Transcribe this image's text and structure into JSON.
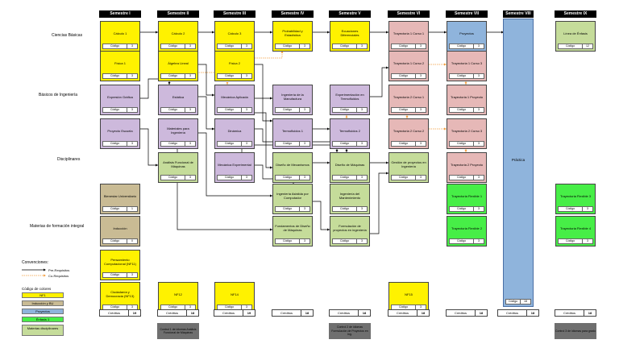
{
  "colors": {
    "ciencias": "#fff200",
    "basicos": "#cdb9dc",
    "disciplinares": "#c5dc9a",
    "formacion": "#c9bb94",
    "trayectoria": "#e6b8b7",
    "proyectos": "#8fb4dc",
    "enfasis": "#47ee47",
    "control": "#6f6f6f"
  },
  "semesters": [
    "Semestre I",
    "Semestre II",
    "Semestre III",
    "Semestre IV",
    "Semestre V",
    "Semestre VI",
    "Semestre VII",
    "Semestre VIII",
    "Semestre IX"
  ],
  "rows": [
    "Ciencias Básicas",
    "Básicos de Ingeniería",
    "Disciplinares",
    "Materias de formación integral"
  ],
  "code_label": "Código",
  "courses": [
    {
      "name": "Cálculo 1",
      "cr": "3",
      "cat": "ciencias"
    },
    {
      "name": "Cálculo 2",
      "cr": "3",
      "cat": "ciencias"
    },
    {
      "name": "Cálculo 3",
      "cr": "3",
      "cat": "ciencias"
    },
    {
      "name": "Probabilidad y Estadística",
      "cr": "3",
      "cat": "ciencias"
    },
    {
      "name": "Ecuaciones Diferenciales",
      "cr": "3",
      "cat": "ciencias"
    },
    {
      "name": "Trayectoria 1 Curso 1",
      "cr": "3",
      "cat": "trayectoria"
    },
    {
      "name": "Proyectos",
      "cr": "3",
      "cat": "proyectos"
    },
    {
      "name": "Línea de Énfasis",
      "cr": "12",
      "cat": "disciplinares"
    },
    {
      "name": "Física 1",
      "cr": "3",
      "cat": "ciencias"
    },
    {
      "name": "Álgebra Lineal",
      "cr": "3",
      "cat": "ciencias"
    },
    {
      "name": "Física 2",
      "cr": "3",
      "cat": "ciencias"
    },
    {
      "name": "Trayectoria 1 Curso 2",
      "cr": "3",
      "cat": "trayectoria"
    },
    {
      "name": "Trayectoria 1 Curso 3",
      "cr": "3",
      "cat": "trayectoria"
    },
    {
      "name": "Expresión Gráfica",
      "cr": "3",
      "cat": "basicos"
    },
    {
      "name": "Estática",
      "cr": "3",
      "cat": "basicos"
    },
    {
      "name": "Mecánica Aplicada",
      "cr": "3",
      "cat": "basicos"
    },
    {
      "name": "Ingeniería de la Manufactura",
      "cr": "3",
      "cat": "basicos"
    },
    {
      "name": "Experimentación en Termofluidos",
      "cr": "3",
      "cat": "basicos"
    },
    {
      "name": "Trayectoria 2 Curso 1",
      "cr": "3",
      "cat": "trayectoria"
    },
    {
      "name": "Trayectoria 1 Proyecto",
      "cr": "3",
      "cat": "trayectoria"
    },
    {
      "name": "Proyecto Escuela",
      "cr": "3",
      "cat": "basicos"
    },
    {
      "name": "Materiales para Ingeniería",
      "cr": "3",
      "cat": "basicos"
    },
    {
      "name": "Dinámica",
      "cr": "3",
      "cat": "basicos"
    },
    {
      "name": "Termofluidos 1",
      "cr": "3",
      "cat": "basicos"
    },
    {
      "name": "Termofluidos 2",
      "cr": "3",
      "cat": "basicos"
    },
    {
      "name": "Trayectoria 2 Curso 2",
      "cr": "3",
      "cat": "trayectoria"
    },
    {
      "name": "Trayectoria 2 Curso 3",
      "cr": "3",
      "cat": "trayectoria"
    },
    {
      "name": "Análisis Funcional de Máquinas",
      "cr": "3",
      "cat": "disciplinares"
    },
    {
      "name": "Mecánica Experimental",
      "cr": "3",
      "cat": "basicos"
    },
    {
      "name": "Diseño de Mecanismos",
      "cr": "3",
      "cat": "disciplinares"
    },
    {
      "name": "Diseño de Máquinas",
      "cr": "3",
      "cat": "disciplinares"
    },
    {
      "name": "Gestión de proyectos en Ingeniería",
      "cr": "3",
      "cat": "disciplinares"
    },
    {
      "name": "Trayectoria 2 Proyecto",
      "cr": "3",
      "cat": "trayectoria"
    },
    {
      "name": "Bienestar Universitario",
      "cr": "1",
      "cat": "formacion"
    },
    {
      "name": "Ingeniería Asistida por Computador",
      "cr": "3",
      "cat": "disciplinares"
    },
    {
      "name": "Ingeniería del Mantenimiento",
      "cr": "3",
      "cat": "disciplinares"
    },
    {
      "name": "Trayectoria Flexible 1",
      "cr": "3",
      "cat": "enfasis"
    },
    {
      "name": "Trayectoria Flexible 3",
      "cr": "3",
      "cat": "enfasis"
    },
    {
      "name": "Inducción",
      "cr": "0",
      "cat": "formacion"
    },
    {
      "name": "Fundamentos de Diseño de Máquinas",
      "cr": "3",
      "cat": "disciplinares"
    },
    {
      "name": "Formulación de proyectos en ingeniería",
      "cr": "3",
      "cat": "disciplinares"
    },
    {
      "name": "Trayectoria Flexible 2",
      "cr": "3",
      "cat": "enfasis"
    },
    {
      "name": "Trayectoria Flexible 4",
      "cr": "3",
      "cat": "enfasis"
    },
    {
      "name": "Pensamiento Computacional (NF11)",
      "cr": "3",
      "cat": "ciencias"
    },
    {
      "name": "Ciudadanía y Democracia (NF13)",
      "cr": "3",
      "cat": "ciencias"
    },
    {
      "name": "NF12",
      "cr": "3",
      "cat": "ciencias"
    },
    {
      "name": "NF14",
      "cr": "3",
      "cat": "ciencias"
    },
    {
      "name": "NF15",
      "cr": "3",
      "cat": "ciencias"
    }
  ],
  "practica": {
    "name": "Práctica",
    "cr": "18"
  },
  "credits_label": "Créditos",
  "credits": [
    "19",
    "18",
    "19",
    "18",
    "18",
    "18",
    "18",
    "18",
    "18"
  ],
  "controls": [
    "Control 1 de idiomas Análisis Funcional de Máquinas",
    "Control 2 de idiomas Formulación de Proyectos en Ing.",
    "Control 3 de idiomas para grado"
  ],
  "legend": {
    "conventions_title": "Convenciones:",
    "prereq": "Pre-Requisitos",
    "coreq": "Co-Requisitos",
    "color_title": "Código de colores",
    "items": [
      "NF1",
      "Inducción y BU",
      "Proyectos",
      "Énfasis 1",
      "Materias disciplinares"
    ]
  }
}
